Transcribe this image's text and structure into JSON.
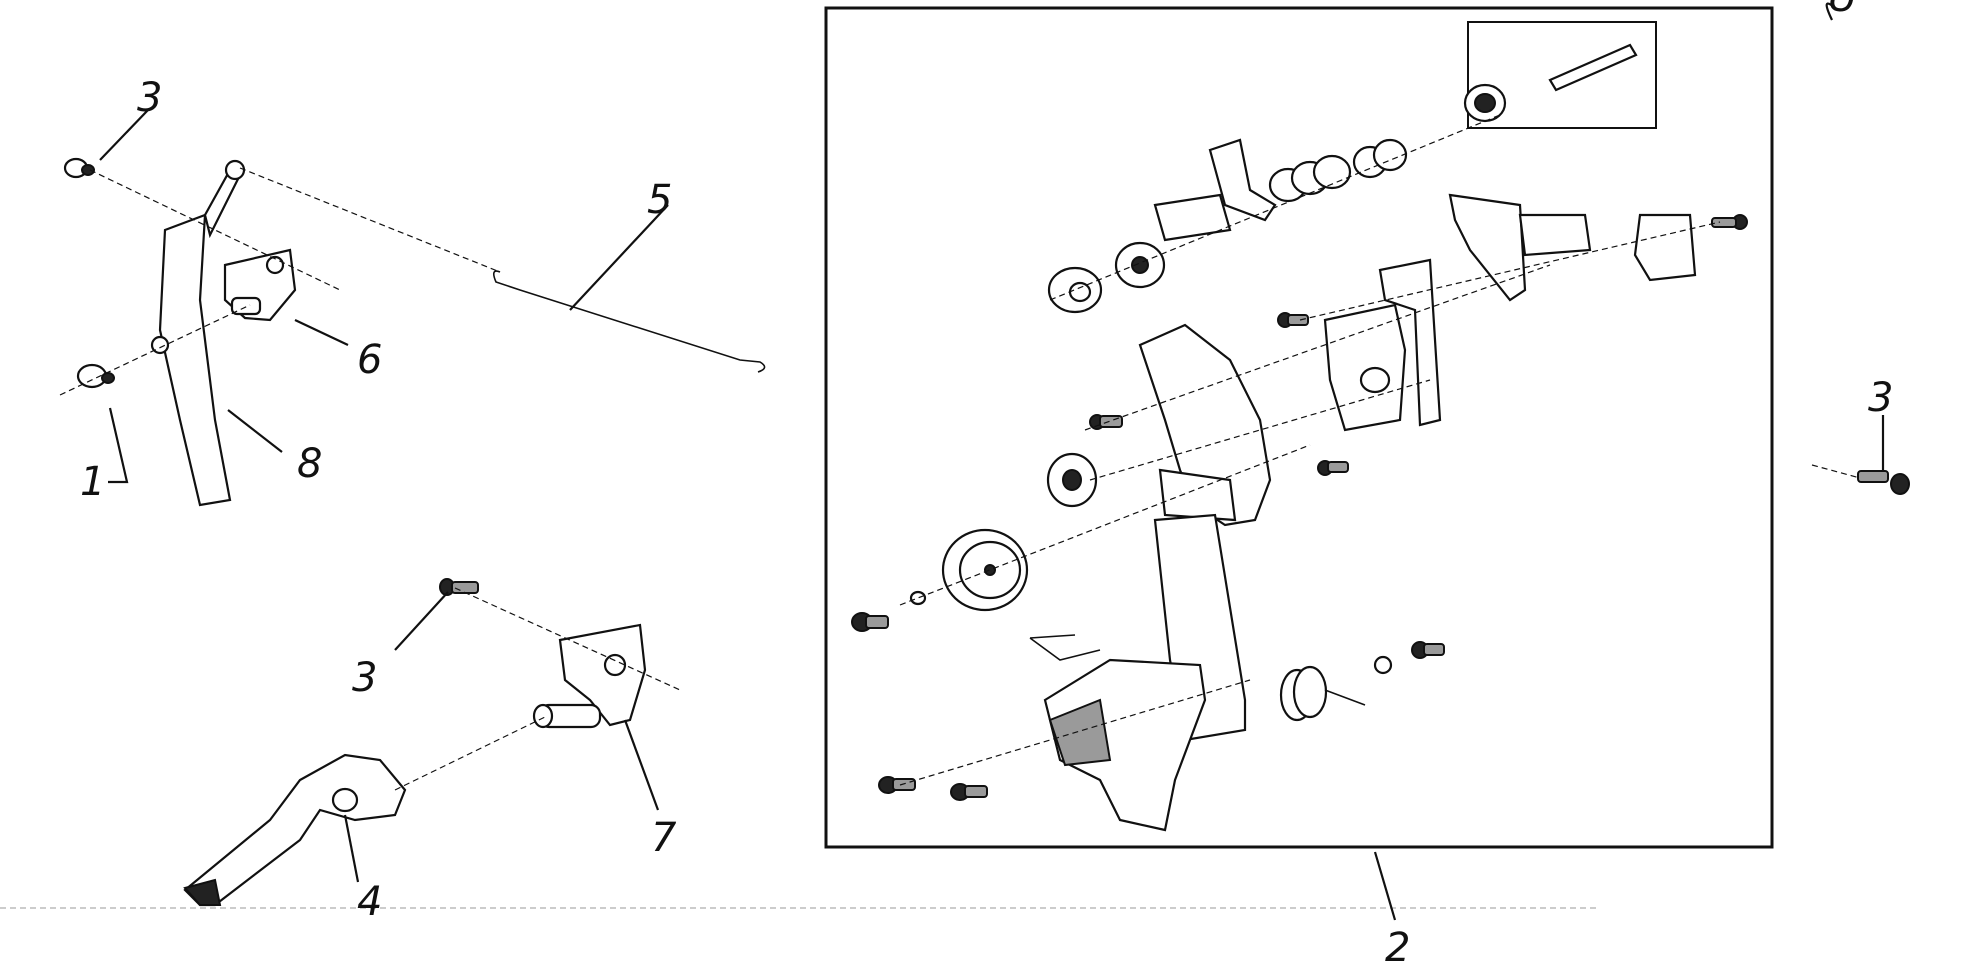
{
  "callouts": {
    "p1": "1",
    "p2": "2",
    "p3a": "3",
    "p3b": "3",
    "p3c": "3",
    "p4": "4",
    "p5": "5",
    "p6": "6",
    "p7": "7",
    "p8": "8"
  },
  "corner_mark": "U"
}
